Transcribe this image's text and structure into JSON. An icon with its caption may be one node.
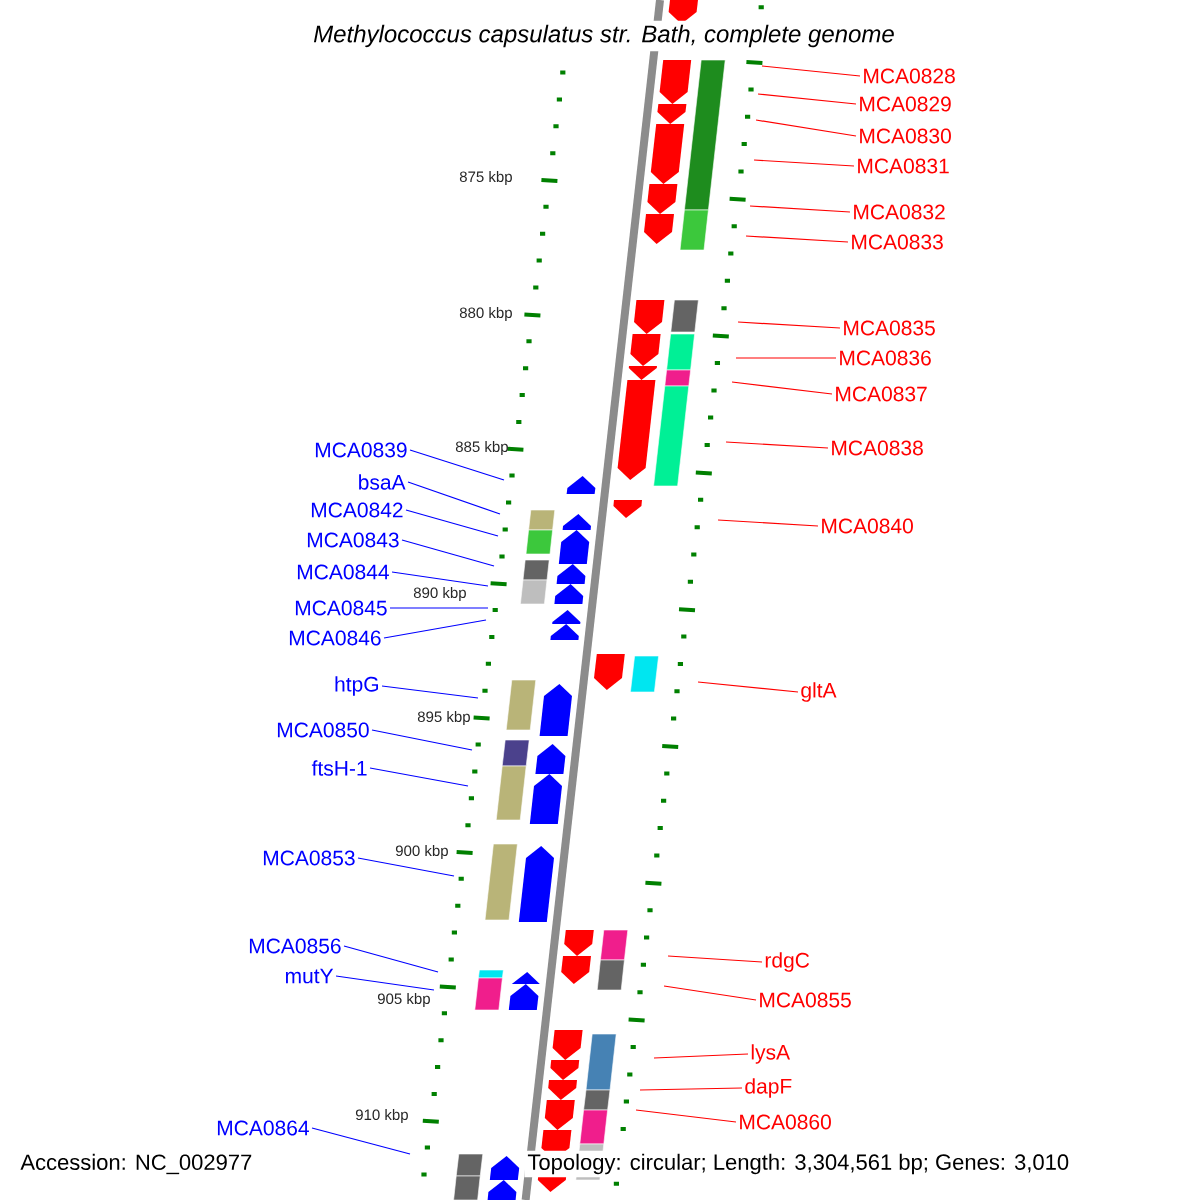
{
  "diagram": {
    "title": "Methylococcus capsulatus str. Bath, complete genome",
    "nodes": [
      {
        "text": [
          "MCA0828"
        ]
      },
      {
        "text": [
          "MCA0829"
        ]
      },
      {
        "text": [
          "MCA0830"
        ]
      },
      {
        "text": [
          "MCA0831"
        ]
      },
      {
        "text": [
          "MCA0832"
        ]
      },
      {
        "text": [
          "MCA0833"
        ]
      },
      {
        "text": [
          "MCA0835"
        ]
      },
      {
        "text": [
          "MCA0836"
        ]
      },
      {
        "text": [
          "MCA0837"
        ]
      },
      {
        "text": [
          "MCA0838"
        ]
      },
      {
        "text": [
          "MCA0840"
        ]
      },
      {
        "text": [
          "gltA"
        ]
      },
      {
        "text": [
          "rdgC"
        ]
      },
      {
        "text": [
          "MCA0855"
        ]
      },
      {
        "text": [
          "lysA"
        ]
      },
      {
        "text": [
          "dapF"
        ]
      },
      {
        "text": [
          "MCA0860"
        ]
      },
      {
        "text": [
          "MCA0839"
        ]
      },
      {
        "text": [
          "bsaA"
        ]
      },
      {
        "text": [
          "MCA0842"
        ]
      },
      {
        "text": [
          "MCA0843"
        ]
      },
      {
        "text": [
          "MCA0844"
        ]
      },
      {
        "text": [
          "MCA0845"
        ]
      },
      {
        "text": [
          "MCA0846"
        ]
      },
      {
        "text": [
          "htpG"
        ]
      },
      {
        "text": [
          "MCA0850"
        ]
      },
      {
        "text": [
          "ftsH-1"
        ]
      },
      {
        "text": [
          "MCA0853"
        ]
      },
      {
        "text": [
          "MCA0856"
        ]
      },
      {
        "text": [
          "mutY"
        ]
      },
      {
        "text": [
          "MCA0864"
        ]
      },
      {
        "text": [],
        "shape": "picture"
      }
    ],
    "edges": [
      {
        "from": 0,
        "to": 31,
        "arrow": "none",
        "color": "#ff0000"
      },
      {
        "from": 1,
        "to": 31,
        "arrow": "none",
        "color": "#ff0000"
      },
      {
        "from": 2,
        "to": 31,
        "arrow": "none",
        "color": "#ff0000"
      },
      {
        "from": 3,
        "to": 31,
        "arrow": "none",
        "color": "#ff0000"
      },
      {
        "from": 4,
        "to": 31,
        "arrow": "none",
        "color": "#ff0000"
      },
      {
        "from": 5,
        "to": 31,
        "arrow": "none",
        "color": "#ff0000"
      },
      {
        "from": 6,
        "to": 31,
        "arrow": "none",
        "color": "#ff0000"
      },
      {
        "from": 7,
        "to": 31,
        "arrow": "none",
        "color": "#ff0000"
      },
      {
        "from": 8,
        "to": 31,
        "arrow": "none",
        "color": "#ff0000"
      },
      {
        "from": 9,
        "to": 31,
        "arrow": "none",
        "color": "#ff0000"
      },
      {
        "from": 10,
        "to": 31,
        "arrow": "none",
        "color": "#ff0000"
      },
      {
        "from": 11,
        "to": 31,
        "arrow": "none",
        "color": "#ff0000"
      },
      {
        "from": 12,
        "to": 31,
        "arrow": "none",
        "color": "#ff0000"
      },
      {
        "from": 13,
        "to": 31,
        "arrow": "none",
        "color": "#ff0000"
      },
      {
        "from": 14,
        "to": 31,
        "arrow": "none",
        "color": "#ff0000"
      },
      {
        "from": 15,
        "to": 31,
        "arrow": "none",
        "color": "#ff0000"
      },
      {
        "from": 16,
        "to": 31,
        "arrow": "none",
        "color": "#ff0000"
      },
      {
        "from": 17,
        "to": 31,
        "arrow": "none",
        "color": "#0000ff"
      },
      {
        "from": 18,
        "to": 31,
        "arrow": "none",
        "color": "#0000ff"
      },
      {
        "from": 19,
        "to": 31,
        "arrow": "none",
        "color": "#0000ff"
      },
      {
        "from": 20,
        "to": 31,
        "arrow": "none",
        "color": "#0000ff"
      },
      {
        "from": 21,
        "to": 31,
        "arrow": "none",
        "color": "#0000ff"
      },
      {
        "from": 22,
        "to": 31,
        "arrow": "none",
        "color": "#0000ff"
      },
      {
        "from": 23,
        "to": 31,
        "arrow": "none",
        "color": "#0000ff"
      },
      {
        "from": 24,
        "to": 31,
        "arrow": "none",
        "color": "#0000ff"
      },
      {
        "from": 25,
        "to": 31,
        "arrow": "none",
        "color": "#0000ff"
      },
      {
        "from": 26,
        "to": 31,
        "arrow": "none",
        "color": "#0000ff"
      },
      {
        "from": 27,
        "to": 31,
        "arrow": "none",
        "color": "#0000ff"
      },
      {
        "from": 28,
        "to": 31,
        "arrow": "none",
        "color": "#0000ff"
      },
      {
        "from": 29,
        "to": 31,
        "arrow": "none",
        "color": "#0000ff"
      },
      {
        "from": 30,
        "to": 31,
        "arrow": "none",
        "color": "#0000ff"
      }
    ],
    "labels": [
      "875 kbp",
      "880 kbp",
      "885 kbp",
      "890 kbp",
      "895 kbp",
      "900 kbp",
      "905 kbp",
      "910 kbp",
      "Accession: NC_002977",
      "Topology: circular; Length: 3,304,561 bp; Genes: 3,010"
    ]
  }
}
